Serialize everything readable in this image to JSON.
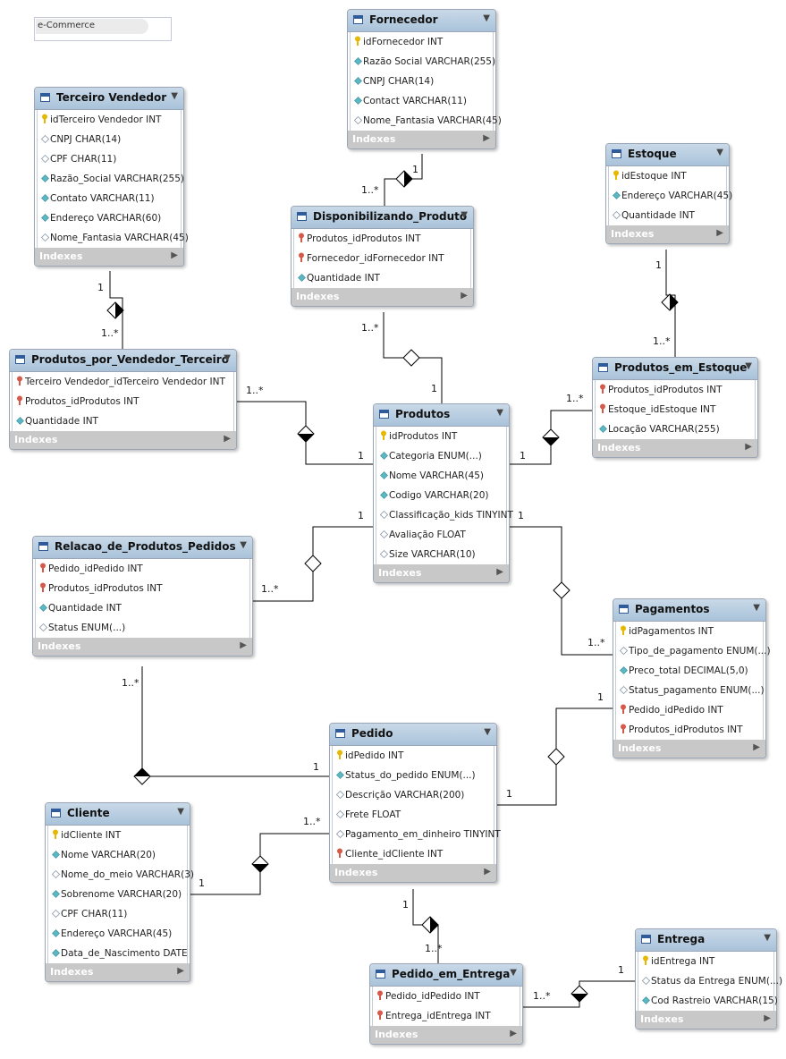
{
  "diagram_title": "e-Commerce",
  "indexes_label": "Indexes",
  "tables": [
    {
      "id": "fornecedor",
      "name": "Fornecedor",
      "columns": [
        {
          "icon": "pk",
          "text": "idFornecedor INT"
        },
        {
          "icon": "nn",
          "text": "Razão Social VARCHAR(255)"
        },
        {
          "icon": "nn",
          "text": "CNPJ CHAR(14)"
        },
        {
          "icon": "nn",
          "text": "Contact VARCHAR(11)"
        },
        {
          "icon": "nl",
          "text": "Nome_Fantasia VARCHAR(45)"
        }
      ]
    },
    {
      "id": "terceiro",
      "name": "Terceiro Vendedor",
      "columns": [
        {
          "icon": "pk",
          "text": "idTerceiro Vendedor INT"
        },
        {
          "icon": "nl",
          "text": "CNPJ CHAR(14)"
        },
        {
          "icon": "nl",
          "text": "CPF CHAR(11)"
        },
        {
          "icon": "nn",
          "text": "Razão_Social VARCHAR(255)"
        },
        {
          "icon": "nn",
          "text": "Contato VARCHAR(11)"
        },
        {
          "icon": "nn",
          "text": "Endereço VARCHAR(60)"
        },
        {
          "icon": "nl",
          "text": "Nome_Fantasia VARCHAR(45)"
        }
      ]
    },
    {
      "id": "estoque",
      "name": "Estoque",
      "columns": [
        {
          "icon": "pk",
          "text": "idEstoque INT"
        },
        {
          "icon": "nn",
          "text": "Endereço VARCHAR(45)"
        },
        {
          "icon": "nl",
          "text": "Quantidade INT"
        }
      ]
    },
    {
      "id": "disponibilizando",
      "name": "Disponibilizando_Produto",
      "columns": [
        {
          "icon": "fk",
          "text": "Produtos_idProdutos INT"
        },
        {
          "icon": "fk",
          "text": "Fornecedor_idFornecedor INT"
        },
        {
          "icon": "nn",
          "text": "Quantidade INT"
        }
      ]
    },
    {
      "id": "ppvt",
      "name": "Produtos_por_Vendedor_Terceiro",
      "columns": [
        {
          "icon": "fk",
          "text": "Terceiro Vendedor_idTerceiro Vendedor INT"
        },
        {
          "icon": "fk",
          "text": "Produtos_idProdutos INT"
        },
        {
          "icon": "nn",
          "text": "Quantidade INT"
        }
      ]
    },
    {
      "id": "pee",
      "name": "Produtos_em_Estoque",
      "columns": [
        {
          "icon": "fk",
          "text": "Produtos_idProdutos INT"
        },
        {
          "icon": "fk",
          "text": "Estoque_idEstoque INT"
        },
        {
          "icon": "nn",
          "text": "Locação VARCHAR(255)"
        }
      ]
    },
    {
      "id": "produtos",
      "name": "Produtos",
      "columns": [
        {
          "icon": "pk",
          "text": "idProdutos INT"
        },
        {
          "icon": "nn",
          "text": "Categoria ENUM(...)"
        },
        {
          "icon": "nn",
          "text": "Nome VARCHAR(45)"
        },
        {
          "icon": "nn",
          "text": "Codigo VARCHAR(20)"
        },
        {
          "icon": "nl",
          "text": "Classificação_kids TINYINT"
        },
        {
          "icon": "nl",
          "text": "Avaliação FLOAT"
        },
        {
          "icon": "nl",
          "text": "Size VARCHAR(10)"
        }
      ]
    },
    {
      "id": "rpp",
      "name": "Relacao_de_Produtos_Pedidos",
      "columns": [
        {
          "icon": "fk",
          "text": "Pedido_idPedido INT"
        },
        {
          "icon": "fk",
          "text": "Produtos_idProdutos INT"
        },
        {
          "icon": "nn",
          "text": "Quantidade INT"
        },
        {
          "icon": "nl",
          "text": "Status ENUM(...)"
        }
      ]
    },
    {
      "id": "pagamentos",
      "name": "Pagamentos",
      "columns": [
        {
          "icon": "pk",
          "text": "idPagamentos INT"
        },
        {
          "icon": "nl",
          "text": "Tipo_de_pagamento ENUM(...)"
        },
        {
          "icon": "nn",
          "text": "Preco_total DECIMAL(5,0)"
        },
        {
          "icon": "nl",
          "text": "Status_pagamento ENUM(...)"
        },
        {
          "icon": "fk",
          "text": "Pedido_idPedido INT"
        },
        {
          "icon": "fk",
          "text": "Produtos_idProdutos INT"
        }
      ]
    },
    {
      "id": "pedido",
      "name": "Pedido",
      "columns": [
        {
          "icon": "pk",
          "text": "idPedido INT"
        },
        {
          "icon": "nn",
          "text": "Status_do_pedido ENUM(...)"
        },
        {
          "icon": "nl",
          "text": "Descrição VARCHAR(200)"
        },
        {
          "icon": "nl",
          "text": "Frete FLOAT"
        },
        {
          "icon": "nl",
          "text": "Pagamento_em_dinheiro TINYINT"
        },
        {
          "icon": "fk",
          "text": "Cliente_idCliente INT"
        }
      ]
    },
    {
      "id": "cliente",
      "name": "Cliente",
      "columns": [
        {
          "icon": "pk",
          "text": "idCliente INT"
        },
        {
          "icon": "nn",
          "text": "Nome VARCHAR(20)"
        },
        {
          "icon": "nl",
          "text": "Nome_do_meio VARCHAR(3)"
        },
        {
          "icon": "nn",
          "text": "Sobrenome VARCHAR(20)"
        },
        {
          "icon": "nl",
          "text": "CPF CHAR(11)"
        },
        {
          "icon": "nn",
          "text": "Endereço VARCHAR(45)"
        },
        {
          "icon": "nn",
          "text": "Data_de_Nascimento DATE"
        }
      ]
    },
    {
      "id": "entrega",
      "name": "Entrega",
      "columns": [
        {
          "icon": "pk",
          "text": "idEntrega INT"
        },
        {
          "icon": "nl",
          "text": "Status da Entrega ENUM(...)"
        },
        {
          "icon": "nn",
          "text": "Cod Rastreio VARCHAR(15)"
        }
      ]
    },
    {
      "id": "pedido_entrega",
      "name": "Pedido_em_Entrega",
      "columns": [
        {
          "icon": "fk",
          "text": "Pedido_idPedido INT"
        },
        {
          "icon": "fk",
          "text": "Entrega_idEntrega INT"
        }
      ]
    }
  ],
  "relationships": [
    {
      "from": "disponibilizando",
      "to": "fornecedor",
      "one": "1",
      "many": "1..*"
    },
    {
      "from": "ppvt",
      "to": "terceiro",
      "one": "1",
      "many": "1..*"
    },
    {
      "from": "pee",
      "to": "estoque",
      "one": "1",
      "many": "1..*"
    },
    {
      "from": "disponibilizando",
      "to": "produtos",
      "one": "1",
      "many": "1..*"
    },
    {
      "from": "ppvt",
      "to": "produtos",
      "one": "1",
      "many": "1..*"
    },
    {
      "from": "pee",
      "to": "produtos",
      "one": "1",
      "many": "1..*"
    },
    {
      "from": "rpp",
      "to": "produtos",
      "one": "1",
      "many": "1..*"
    },
    {
      "from": "pagamentos",
      "to": "produtos",
      "one": "1",
      "many": "1..*"
    },
    {
      "from": "rpp",
      "to": "pedido",
      "one": "1",
      "many": "1..*"
    },
    {
      "from": "pagamentos",
      "to": "pedido",
      "one": "1",
      "many": "1"
    },
    {
      "from": "pedido",
      "to": "cliente",
      "one": "1",
      "many": "1..*"
    },
    {
      "from": "pedido_entrega",
      "to": "pedido",
      "one": "1",
      "many": "1..*"
    },
    {
      "from": "pedido_entrega",
      "to": "entrega",
      "one": "1",
      "many": "1..*"
    }
  ]
}
